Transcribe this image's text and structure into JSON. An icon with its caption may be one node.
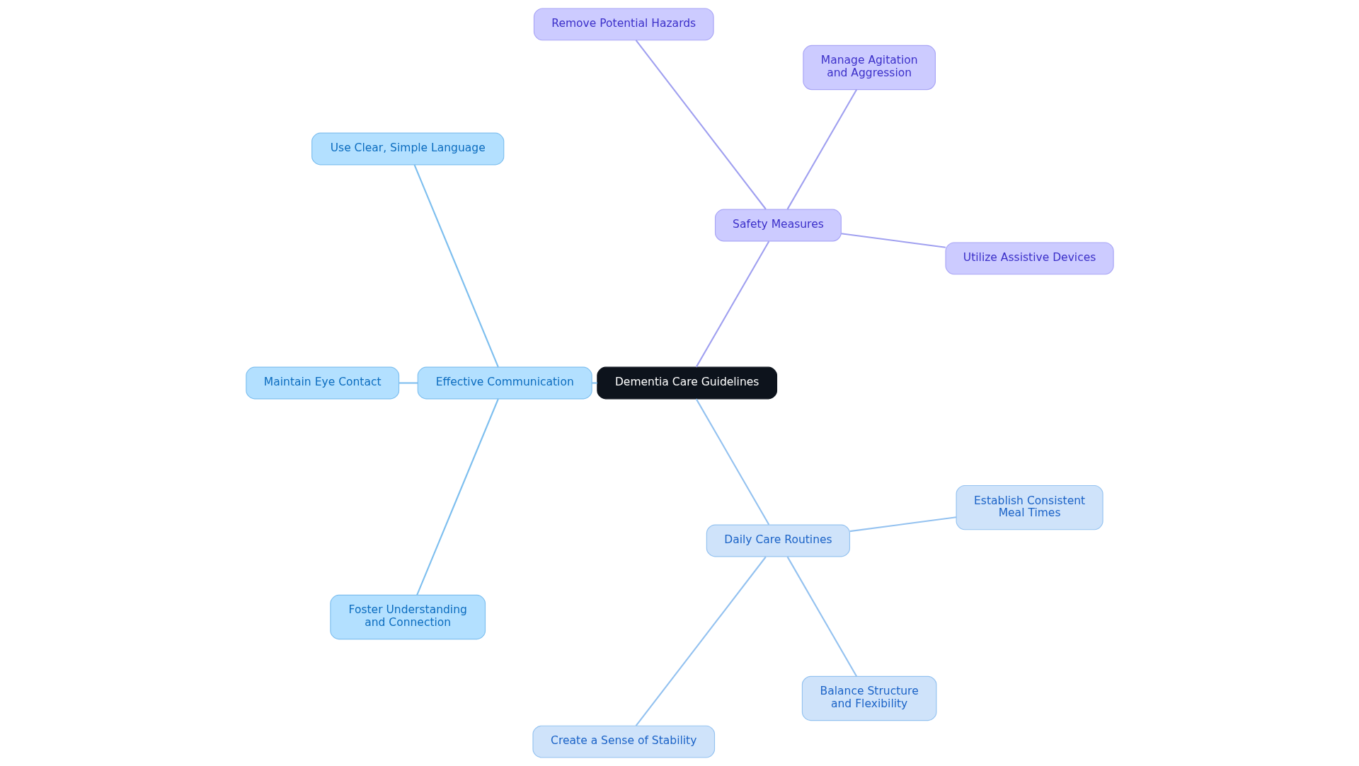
{
  "diagram": {
    "nodes": [
      {
        "text": [
          "Dementia Care Guidelines"
        ]
      },
      {
        "text": [
          "Safety Measures"
        ]
      },
      {
        "text": [
          "Utilize Assistive Devices"
        ]
      },
      {
        "text": [
          "Manage Agitation and Aggression"
        ]
      },
      {
        "text": [
          "Remove Potential Hazards"
        ]
      },
      {
        "text": [
          "Effective Communication"
        ]
      },
      {
        "text": [
          "Use Clear, Simple Language"
        ]
      },
      {
        "text": [
          "Maintain Eye Contact"
        ]
      },
      {
        "text": [
          "Foster Understanding and Connection"
        ]
      },
      {
        "text": [
          "Daily Care Routines"
        ]
      },
      {
        "text": [
          "Create a Sense of Stability"
        ]
      },
      {
        "text": [
          "Balance Structure and Flexibility"
        ]
      },
      {
        "text": [
          "Establish Consistent Meal Times"
        ]
      }
    ],
    "edges": [
      {
        "from": 0,
        "to": 1,
        "arrow": "none",
        "color": "#a0a0f0"
      },
      {
        "from": 1,
        "to": 2,
        "arrow": "none",
        "color": "#a0a0f0"
      },
      {
        "from": 1,
        "to": 3,
        "arrow": "none",
        "color": "#a0a0f0"
      },
      {
        "from": 1,
        "to": 4,
        "arrow": "none",
        "color": "#a0a0f0"
      },
      {
        "from": 0,
        "to": 5,
        "arrow": "none",
        "color": "#7ebfef"
      },
      {
        "from": 5,
        "to": 6,
        "arrow": "none",
        "color": "#7ebfef"
      },
      {
        "from": 5,
        "to": 7,
        "arrow": "none",
        "color": "#7ebfef"
      },
      {
        "from": 5,
        "to": 8,
        "arrow": "none",
        "color": "#7ebfef"
      },
      {
        "from": 0,
        "to": 9,
        "arrow": "none",
        "color": "#94c2f0"
      },
      {
        "from": 9,
        "to": 10,
        "arrow": "none",
        "color": "#94c2f0"
      },
      {
        "from": 9,
        "to": 11,
        "arrow": "none",
        "color": "#94c2f0"
      },
      {
        "from": 9,
        "to": 12,
        "arrow": "none",
        "color": "#94c2f0"
      }
    ]
  }
}
